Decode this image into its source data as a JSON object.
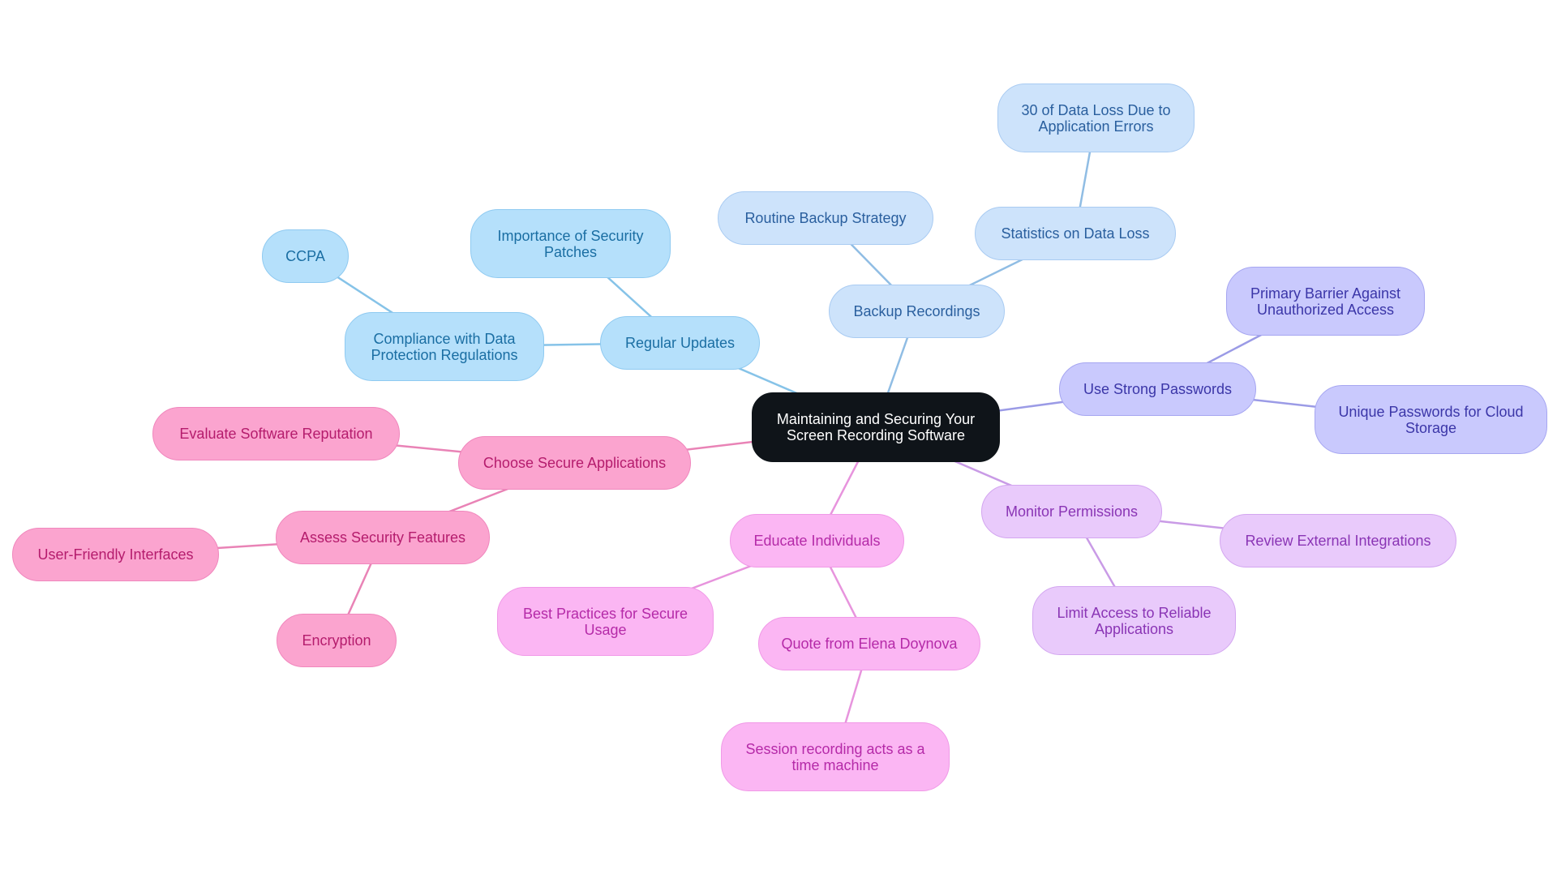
{
  "diagram": {
    "title": "",
    "colors": {
      "center": {
        "fill": "#0f1419",
        "border": "#0f1419",
        "text": "#ffffff",
        "line": "#0f1419"
      },
      "teal": {
        "fill": "#b5e0fb",
        "border": "#8fcaf1",
        "text": "#1a6ea3",
        "line": "#86c3e8"
      },
      "steel": {
        "fill": "#cde3fb",
        "border": "#a9cbf2",
        "text": "#2a5f9e",
        "line": "#90bde4"
      },
      "indigo": {
        "fill": "#c9c9fd",
        "border": "#a6a6f1",
        "text": "#3b36a8",
        "line": "#9b9be6"
      },
      "violet": {
        "fill": "#e9cafb",
        "border": "#d3a6f0",
        "text": "#8a35b5",
        "line": "#c99be6"
      },
      "magenta": {
        "fill": "#fbb6f3",
        "border": "#f099e7",
        "text": "#b52aa8",
        "line": "#e794dd"
      },
      "pink": {
        "fill": "#fba4cf",
        "border": "#f087bd",
        "text": "#b51c6d",
        "line": "#e983b6"
      }
    },
    "nodes": [
      {
        "id": "root",
        "label": "Maintaining and Securing Your Screen Recording Software",
        "color": "center",
        "interactable": true
      },
      {
        "id": "backup",
        "label": "Backup Recordings",
        "color": "steel"
      },
      {
        "id": "backup-strategy",
        "label": "Routine Backup Strategy",
        "color": "steel"
      },
      {
        "id": "data-loss-stats",
        "label": "Statistics on Data Loss",
        "color": "steel"
      },
      {
        "id": "data-loss-30",
        "label": "30 of Data Loss Due to Application Errors",
        "color": "steel"
      },
      {
        "id": "regular-updates",
        "label": "Regular Updates",
        "color": "teal"
      },
      {
        "id": "security-patches",
        "label": "Importance of Security Patches",
        "color": "teal"
      },
      {
        "id": "compliance",
        "label": "Compliance with Data Protection Regulations",
        "color": "teal"
      },
      {
        "id": "ccpa",
        "label": "CCPA",
        "color": "teal"
      },
      {
        "id": "strong-passwords",
        "label": "Use Strong Passwords",
        "color": "indigo"
      },
      {
        "id": "primary-barrier",
        "label": "Primary Barrier Against Unauthorized Access",
        "color": "indigo"
      },
      {
        "id": "unique-passwords",
        "label": "Unique Passwords for Cloud Storage",
        "color": "indigo"
      },
      {
        "id": "monitor-permissions",
        "label": "Monitor Permissions",
        "color": "violet"
      },
      {
        "id": "review-integrations",
        "label": "Review External Integrations",
        "color": "violet"
      },
      {
        "id": "limit-access",
        "label": "Limit Access to Reliable Applications",
        "color": "violet"
      },
      {
        "id": "educate",
        "label": "Educate Individuals",
        "color": "magenta"
      },
      {
        "id": "best-practices",
        "label": "Best Practices for Secure Usage",
        "color": "magenta"
      },
      {
        "id": "quote",
        "label": "Quote from Elena Doynova",
        "color": "magenta"
      },
      {
        "id": "time-machine",
        "label": "Session recording acts as a time machine",
        "color": "magenta"
      },
      {
        "id": "choose-secure",
        "label": "Choose Secure Applications",
        "color": "pink"
      },
      {
        "id": "evaluate-reputation",
        "label": "Evaluate Software Reputation",
        "color": "pink"
      },
      {
        "id": "assess-features",
        "label": "Assess Security Features",
        "color": "pink"
      },
      {
        "id": "user-friendly",
        "label": "User-Friendly Interfaces",
        "color": "pink"
      },
      {
        "id": "encryption",
        "label": "Encryption",
        "color": "pink"
      }
    ],
    "edges": [
      {
        "from": "root",
        "to": "backup",
        "color": "steel"
      },
      {
        "from": "backup",
        "to": "backup-strategy",
        "color": "steel"
      },
      {
        "from": "backup",
        "to": "data-loss-stats",
        "color": "steel"
      },
      {
        "from": "data-loss-stats",
        "to": "data-loss-30",
        "color": "steel"
      },
      {
        "from": "root",
        "to": "regular-updates",
        "color": "teal"
      },
      {
        "from": "regular-updates",
        "to": "security-patches",
        "color": "teal"
      },
      {
        "from": "regular-updates",
        "to": "compliance",
        "color": "teal"
      },
      {
        "from": "compliance",
        "to": "ccpa",
        "color": "teal"
      },
      {
        "from": "root",
        "to": "strong-passwords",
        "color": "indigo"
      },
      {
        "from": "strong-passwords",
        "to": "primary-barrier",
        "color": "indigo"
      },
      {
        "from": "strong-passwords",
        "to": "unique-passwords",
        "color": "indigo"
      },
      {
        "from": "root",
        "to": "monitor-permissions",
        "color": "violet"
      },
      {
        "from": "monitor-permissions",
        "to": "review-integrations",
        "color": "violet"
      },
      {
        "from": "monitor-permissions",
        "to": "limit-access",
        "color": "violet"
      },
      {
        "from": "root",
        "to": "educate",
        "color": "magenta"
      },
      {
        "from": "educate",
        "to": "best-practices",
        "color": "magenta"
      },
      {
        "from": "educate",
        "to": "quote",
        "color": "magenta"
      },
      {
        "from": "quote",
        "to": "time-machine",
        "color": "magenta"
      },
      {
        "from": "root",
        "to": "choose-secure",
        "color": "pink"
      },
      {
        "from": "choose-secure",
        "to": "evaluate-reputation",
        "color": "pink"
      },
      {
        "from": "choose-secure",
        "to": "assess-features",
        "color": "pink"
      },
      {
        "from": "assess-features",
        "to": "user-friendly",
        "color": "pink"
      },
      {
        "from": "assess-features",
        "to": "encryption",
        "color": "pink"
      }
    ]
  }
}
